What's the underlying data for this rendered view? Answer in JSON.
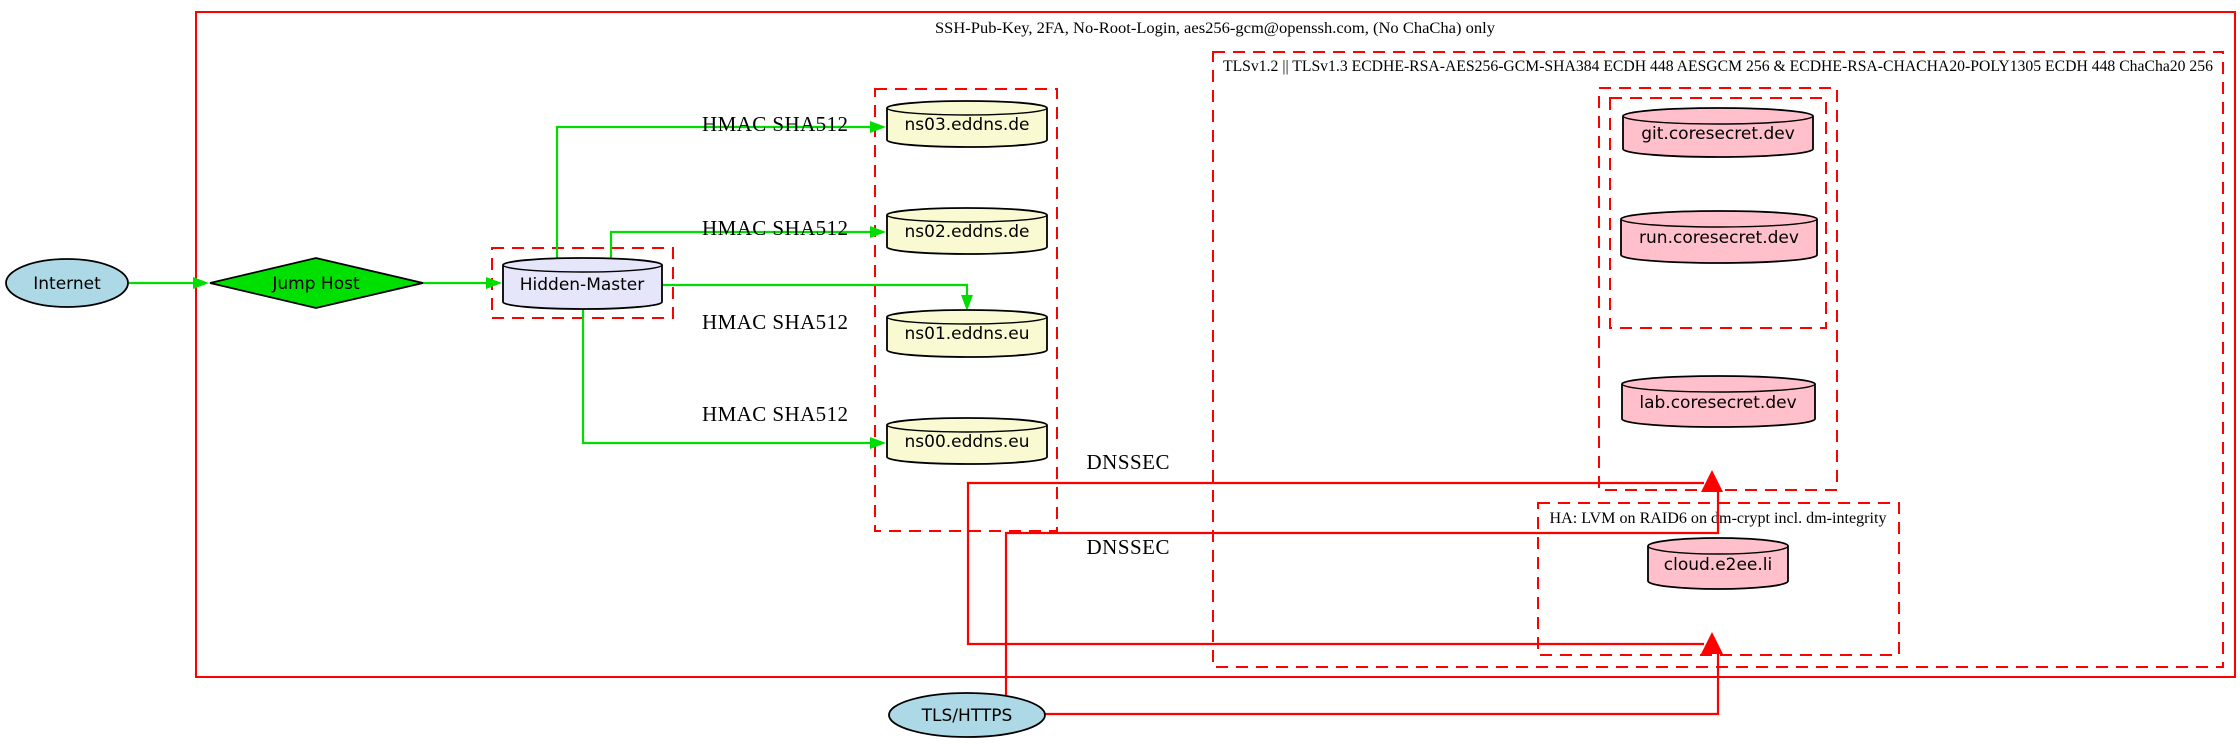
{
  "colors": {
    "red": "#ff0000",
    "green": "#00dd00",
    "node_blue": "#add8e6",
    "node_green": "#00e000",
    "node_lavender": "#e6e6fa",
    "node_yellow": "#fafad2",
    "node_pink": "#ffc0cb",
    "stroke": "#000000",
    "background": "#ffffff"
  },
  "clusters": {
    "ssh": {
      "label": "SSH-Pub-Key, 2FA, No-Root-Login, aes256-gcm@openssh.com, (No ChaCha) only"
    },
    "tls": {
      "label": "TLSv1.2 || TLSv1.3 ECDHE-RSA-AES256-GCM-SHA384 ECDH 448 AESGCM 256 & ECDHE-RSA-CHACHA20-POLY1305 ECDH 448 ChaCha20 256"
    },
    "ha": {
      "label": "HA: LVM on RAID6 on dm-crypt incl. dm-integrity"
    }
  },
  "nodes": {
    "internet": "Internet",
    "jump_host": "Jump Host",
    "hidden_master": "Hidden-Master",
    "ns03": "ns03.eddns.de",
    "ns02": "ns02.eddns.de",
    "ns01": "ns01.eddns.eu",
    "ns00": "ns00.eddns.eu",
    "git": "git.coresecret.dev",
    "run": "run.coresecret.dev",
    "lab": "lab.coresecret.dev",
    "cloud": "cloud.e2ee.li",
    "tls_https": "TLS/HTTPS"
  },
  "edge_labels": {
    "hmac1": "HMAC SHA512",
    "hmac2": "HMAC SHA512",
    "hmac3": "HMAC SHA512",
    "hmac4": "HMAC SHA512",
    "dnssec1": "DNSSEC",
    "dnssec2": "DNSSEC"
  }
}
